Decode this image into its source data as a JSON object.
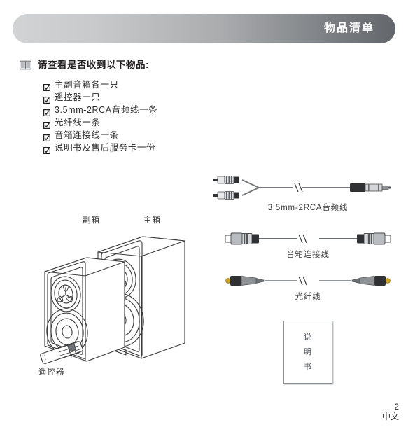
{
  "header": {
    "title": "物品清单"
  },
  "checklist": {
    "icon": "open-book-icon",
    "heading": "请查看是否收到以下物品:",
    "checkbox_glyph": "☑",
    "items": [
      {
        "label": "主副音箱各一只"
      },
      {
        "label": "遥控器一只"
      },
      {
        "label": "3.5mm-2RCA音频线一条"
      },
      {
        "label": "光纤线一条"
      },
      {
        "label": "音箱连接线一条"
      },
      {
        "label": "说明书及售后服务卡一份"
      }
    ]
  },
  "illustrations": {
    "speaker_secondary_label": "副箱",
    "speaker_main_label": "主箱",
    "remote_label": "遥控器",
    "cables": [
      {
        "name": "rca-audio-cable",
        "caption": "3.5mm-2RCA音频线"
      },
      {
        "name": "speaker-connection-cable",
        "caption": "音箱连接线"
      },
      {
        "name": "optical-cable",
        "caption": "光纤线"
      }
    ],
    "manual": {
      "chars": [
        "说",
        "明",
        "书"
      ]
    }
  },
  "footer": {
    "page_number": "2",
    "language": "中文"
  },
  "colors": {
    "banner_light": "#d2d3d5",
    "banner_dark": "#63676b",
    "text": "#231f20",
    "line_art": "#3a3a3a",
    "connector_gold": "#c9a227"
  }
}
